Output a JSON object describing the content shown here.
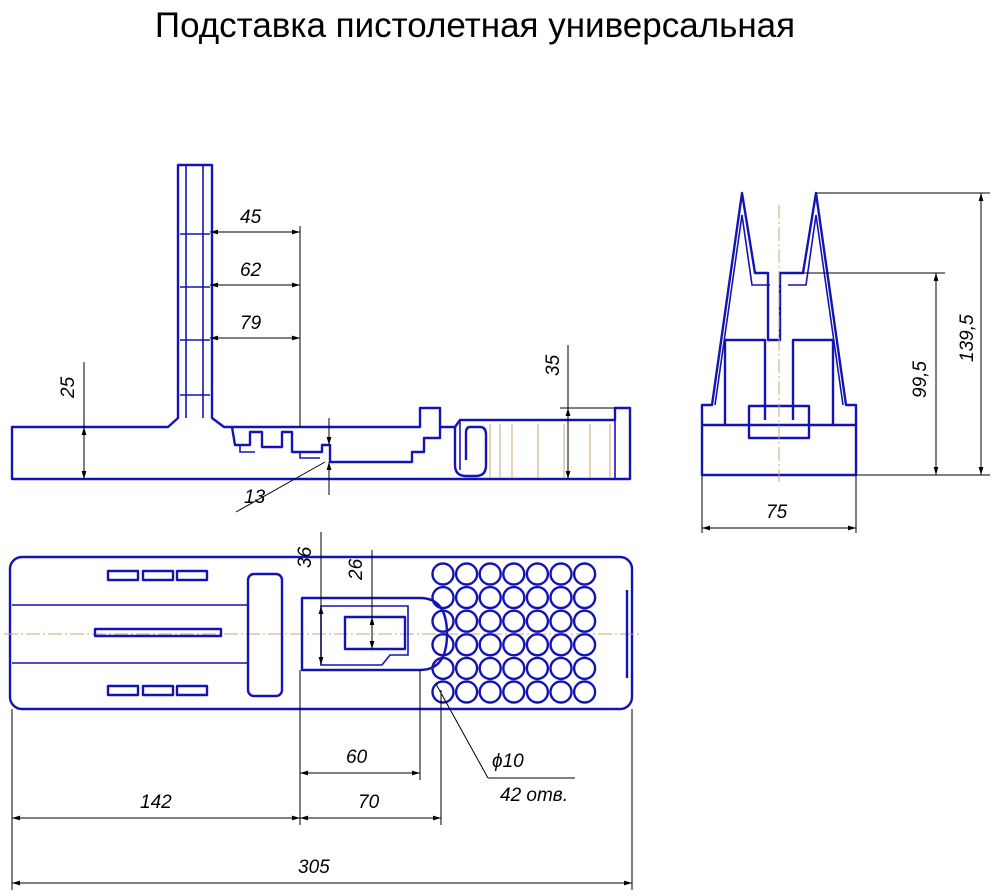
{
  "title": "Подставка пистолетная универсальная",
  "dimensions": {
    "d45": "45",
    "d62": "62",
    "d79": "79",
    "d25": "25",
    "d35": "35",
    "d13": "13",
    "d75": "75",
    "d99_5": "99,5",
    "d139_5": "139,5",
    "d36": "36",
    "d26": "26",
    "d60": "60",
    "d70": "70",
    "d142": "142",
    "d305": "305",
    "hole_diameter": "ϕ10",
    "hole_count": "42 отв."
  },
  "colors": {
    "outline": "#1414b4",
    "dimension": "#000000",
    "centerline": "#c9a97a"
  }
}
